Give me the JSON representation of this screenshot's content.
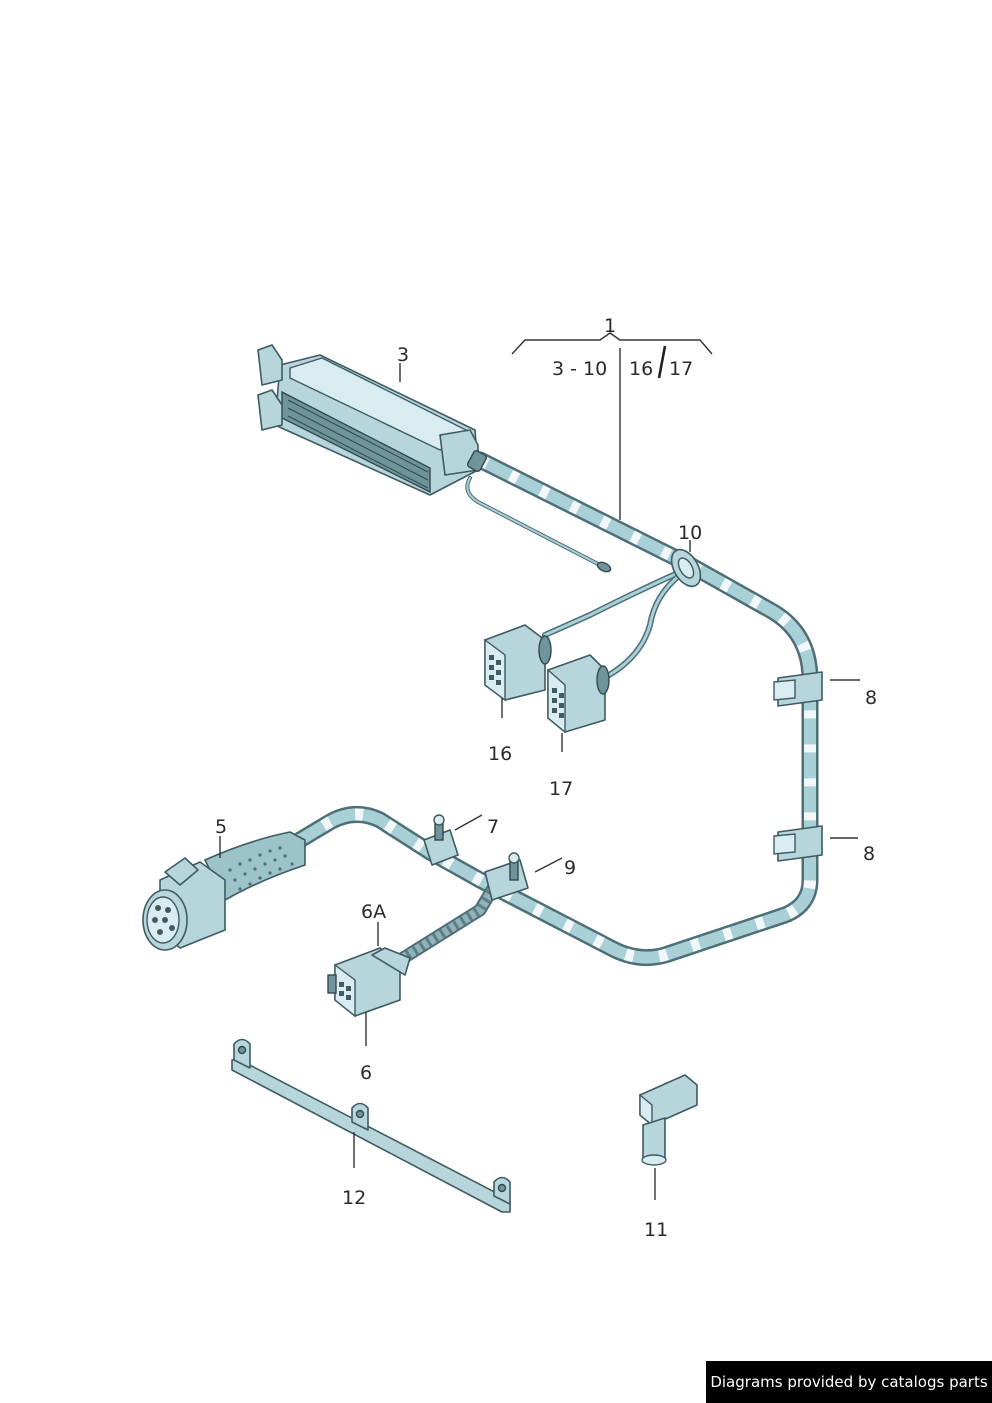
{
  "callouts": {
    "c1": "1",
    "c1_range_a": "3 - 10",
    "c1_range_b_left": "16",
    "c1_range_b_right": "17",
    "c3": "3",
    "c5": "5",
    "c6": "6",
    "c6a": "6A",
    "c7": "7",
    "c8_upper": "8",
    "c8_lower": "8",
    "c9": "9",
    "c10": "10",
    "c11": "11",
    "c12": "12",
    "c16": "16",
    "c17": "17"
  },
  "footer": {
    "text": "Diagrams provided by catalogs parts"
  },
  "colors": {
    "harness_fill": "#a9d0d6",
    "harness_outline": "#4e6e78",
    "label": "#2a2a2a",
    "footer_bg": "#000000"
  }
}
